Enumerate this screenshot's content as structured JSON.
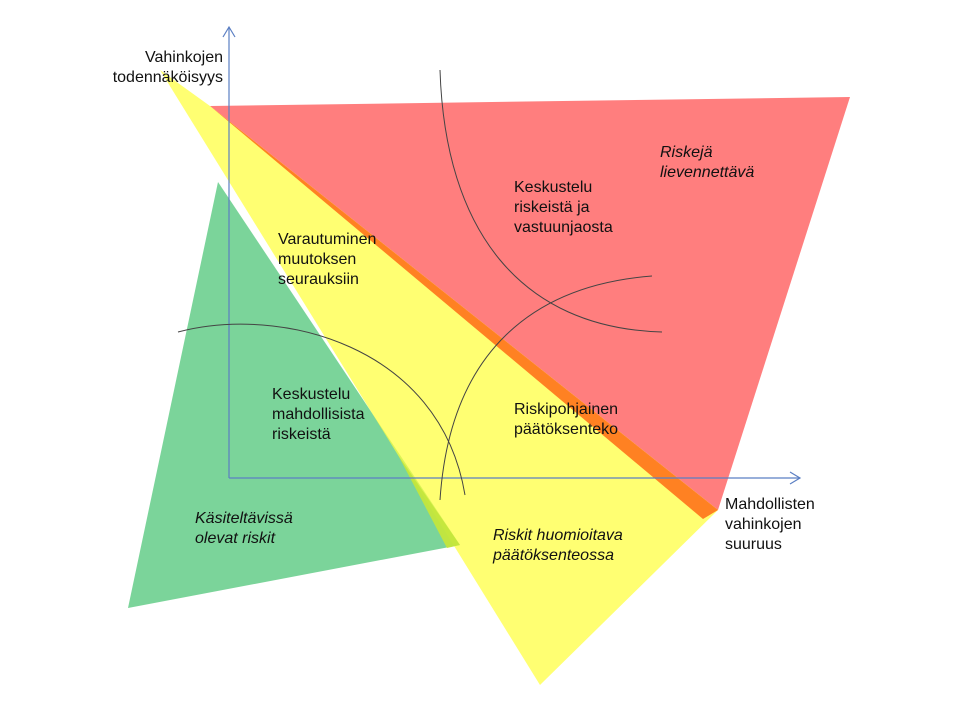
{
  "axes": {
    "y_label": "Vahinkojen\ntodennäköisyys",
    "x_label": "Mahdollisten\nvahinkojen\nsuuruus",
    "color": "#5b7fc3"
  },
  "zones": {
    "green": {
      "color": "#3cbf6a",
      "label": "Käsiteltävissä\nolevat riskit"
    },
    "yellow": {
      "color": "#ffff3c",
      "label": "Riskit huomioitava\npäätöksenteossa"
    },
    "red": {
      "color": "#ff3b3b",
      "label": "Riskejä\nlievennettävä"
    },
    "overlap_orange": "#ff7a1e",
    "overlap_lime": "#c4e63c"
  },
  "quadrants": {
    "top_left": "Varautuminen\nmuutoksen\nseurauksiin",
    "top_right": "Keskustelu\nriskeistä ja\nvastuunjaosta",
    "bottom_left": "Keskustelu\nmahdollisista\nriskeistä",
    "bottom_right": "Riskipohjainen\npäätöksenteko"
  },
  "curve_color": "#444444"
}
